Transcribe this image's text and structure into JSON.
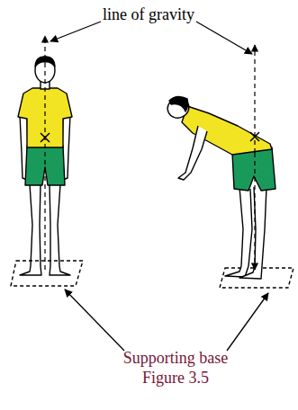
{
  "diagram": {
    "caption": "Figure 3.5",
    "labels": [
      "line of gravity",
      "Supporting base"
    ]
  }
}
